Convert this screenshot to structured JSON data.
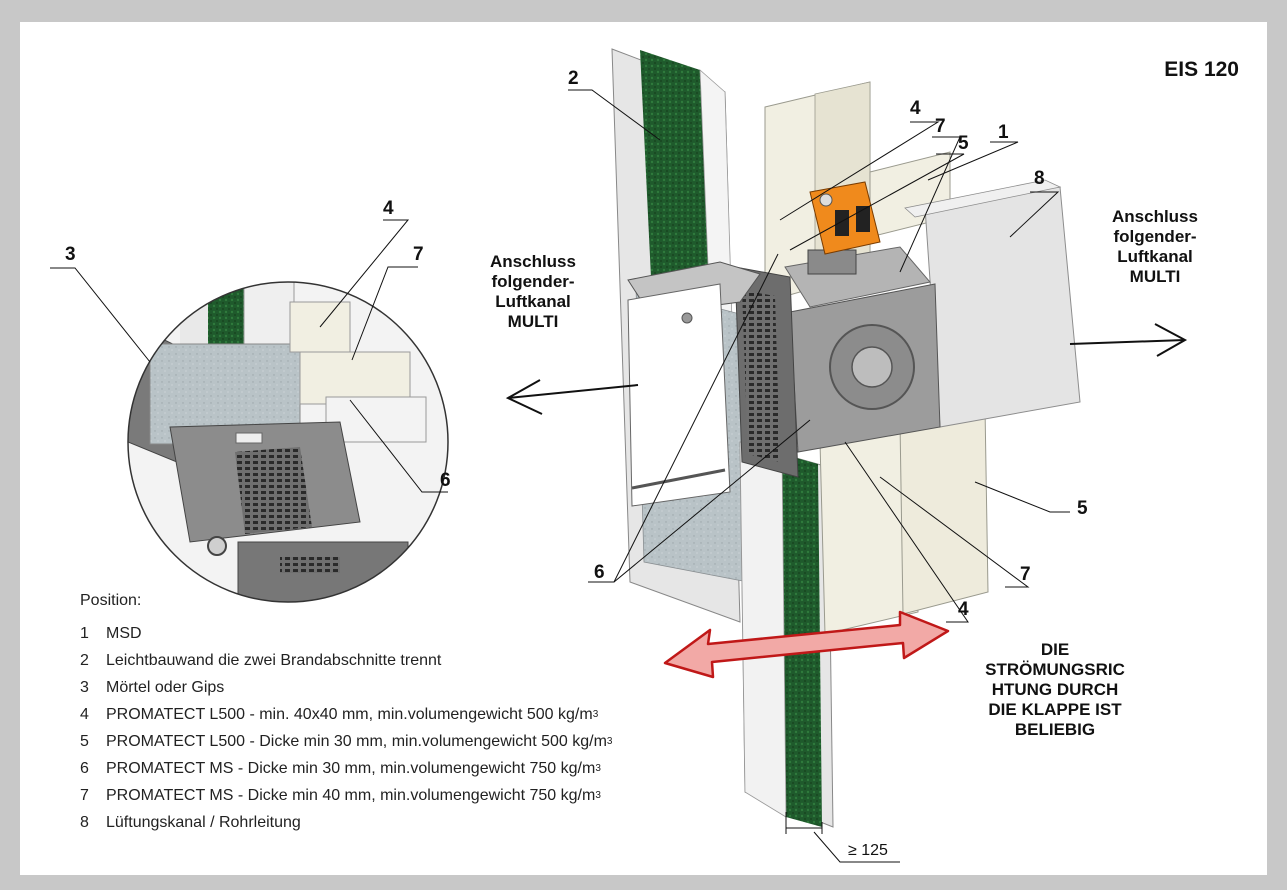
{
  "title": "EIS 120",
  "callouts": {
    "n1": "1",
    "n2": "2",
    "n3": "3",
    "n4a": "4",
    "n4b": "4",
    "n4c": "4",
    "n5a": "5",
    "n5b": "5",
    "n6a": "6",
    "n6b": "6",
    "n7a": "7",
    "n7b": "7",
    "n7c": "7",
    "n8": "8"
  },
  "connection_left": [
    "Anschluss",
    "folgender-",
    "Luftkanal",
    "MULTI"
  ],
  "connection_right": [
    "Anschluss",
    "folgender-",
    "Luftkanal",
    "MULTI"
  ],
  "flow_note": [
    "DIE",
    "STRÖMUNGSRIC",
    "HTUNG DURCH",
    "DIE KLAPPE IST",
    "BELIEBIG"
  ],
  "dimension": "≥ 125",
  "legend": {
    "heading": "Position:",
    "items": [
      {
        "num": "1",
        "text": "MSD"
      },
      {
        "num": "2",
        "text": "Leichtbauwand die zwei Brandabschnitte trennt"
      },
      {
        "num": "3",
        "text": "Mörtel oder Gips"
      },
      {
        "num": "4",
        "text": "PROMATECT L500 - min. 40x40 mm, min.volumengewicht 500 kg/m",
        "sup": "3"
      },
      {
        "num": "5",
        "text": "PROMATECT L500 - Dicke min 30 mm, min.volumengewicht 500 kg/m",
        "sup": "3"
      },
      {
        "num": "6",
        "text": "PROMATECT MS - Dicke min 30 mm, min.volumengewicht 750 kg/m",
        "sup": "3"
      },
      {
        "num": "7",
        "text": "PROMATECT MS - Dicke min 40 mm, min.volumengewicht 750 kg/m",
        "sup": "3"
      },
      {
        "num": "8",
        "text": "Lüftungskanal / Rohrleitung"
      }
    ]
  },
  "colors": {
    "frame": "#c8c8c8",
    "wall": "#e6e6e6",
    "insulation": "#1f5a2c",
    "board": "#f1efe2",
    "damper": "#9c9c9c",
    "actuator": "#f08a1c",
    "mortar": "#b9c3c7",
    "arrow_fill": "#f2a9a6",
    "arrow_stroke": "#c01818"
  }
}
